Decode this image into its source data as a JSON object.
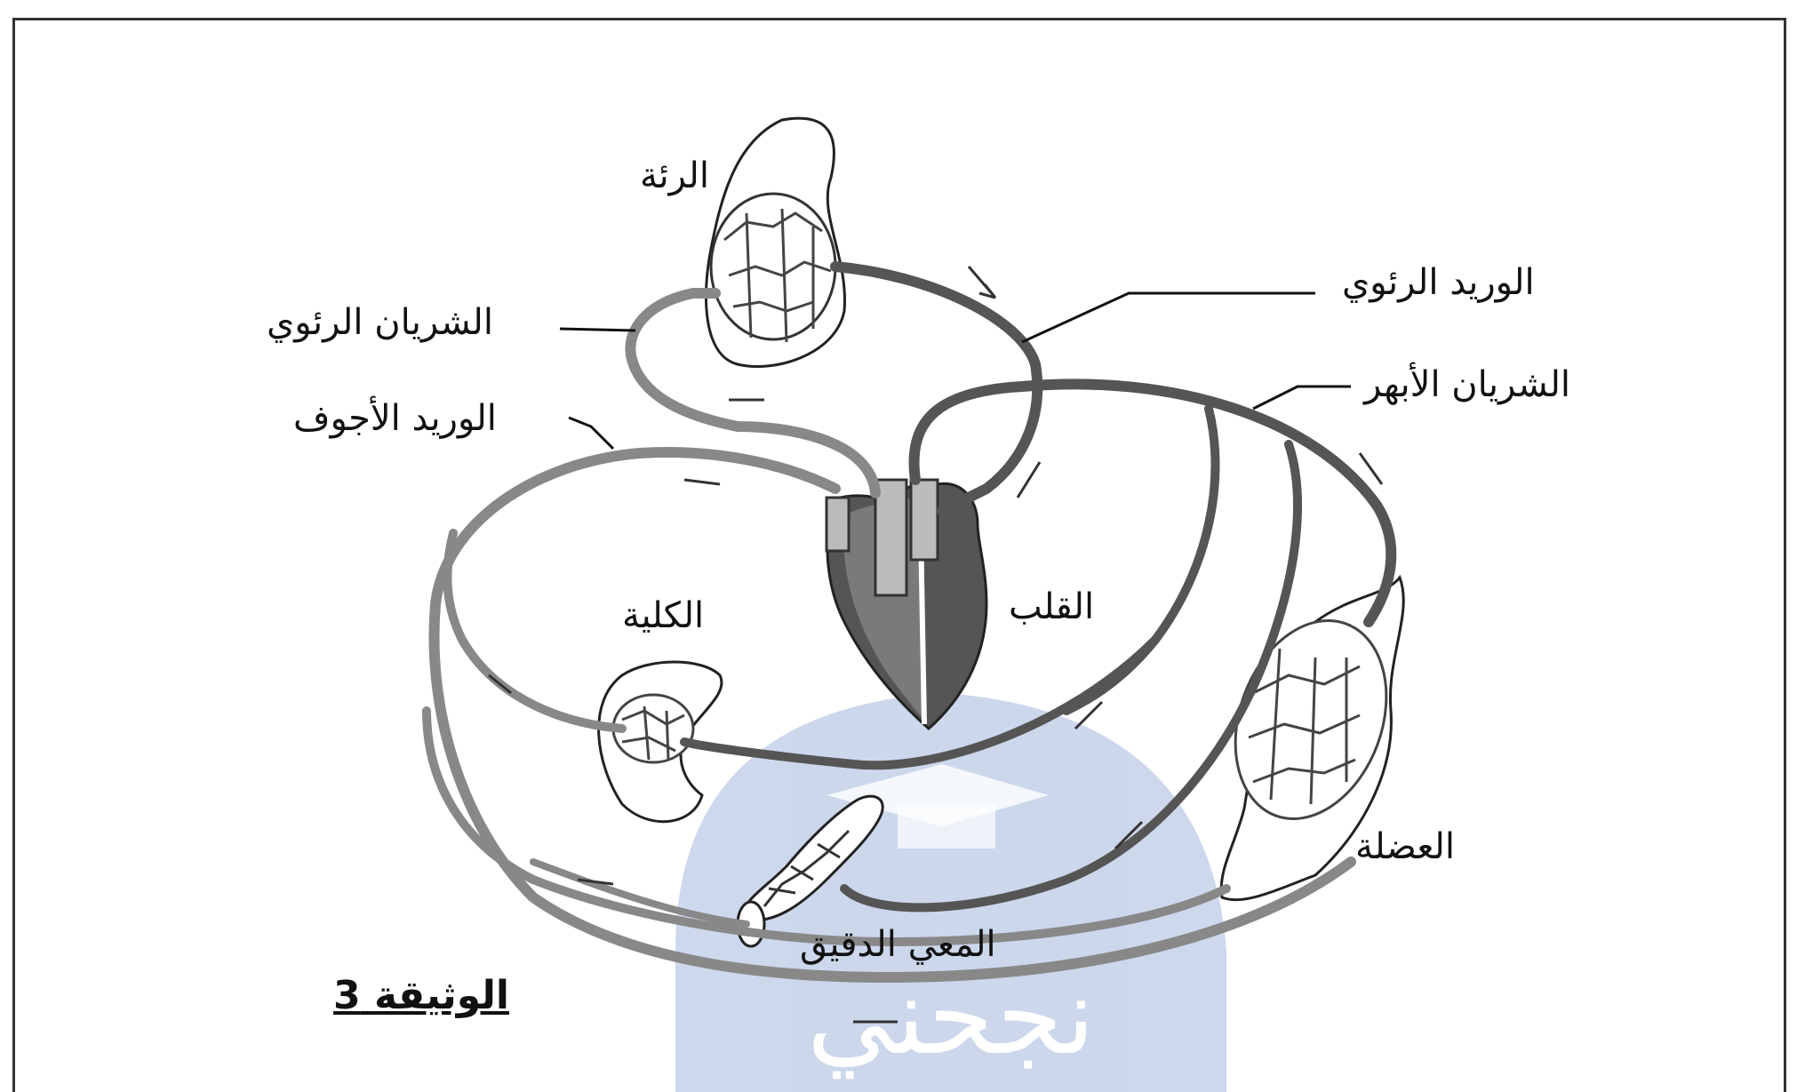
{
  "labels": {
    "lung": "الرئة",
    "pulmonary_vein": "الوريد الرئوي",
    "pulmonary_artery": "الشريان الرئوي",
    "aorta": "الشريان الأبهر",
    "vena_cava": "الوريد الأجوف",
    "kidney": "الكلية",
    "heart": "القلب",
    "muscle": "العضلة",
    "small_intestine": "المعي الدقيق"
  },
  "caption": "الوثيقة 3",
  "watermark": "نجحني"
}
